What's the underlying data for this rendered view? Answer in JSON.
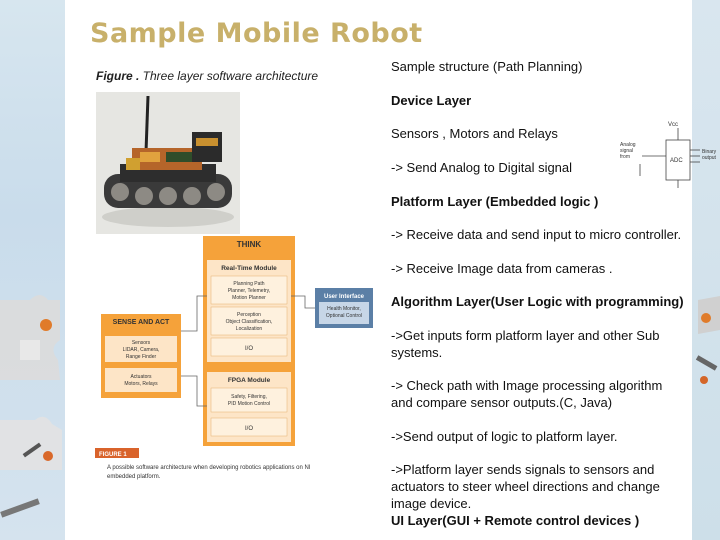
{
  "slide": {
    "title": "Sample Mobile Robot",
    "caption_label": "Figure .",
    "caption_text": " Three layer software architecture"
  },
  "arch": {
    "think": "THINK",
    "realtime": "Real-Time Module",
    "planning": "Planning Path\nPlanner, Telemetry,\nMotion Planner",
    "perception": "Perception\nObject Classification,\nLocalization",
    "io1": "I/O",
    "fpga": "FPGA Module",
    "safety": "Safety, Filtering,\nPID Motion Control",
    "io2": "I/O",
    "sense": "SENSE AND ACT",
    "sensors": "Sensors\nLIDAR, Camera,\nRange Finder",
    "actuators": "Actuators\nMotors, Relays",
    "ui": "User Interface",
    "health": "Health Monitor,\nOptional Control",
    "figlabel": "FIGURE 1",
    "figtext1": "A possible software architecture when developing robotics applications on NI",
    "figtext2": "embedded platform."
  },
  "circuit": {
    "vcc": "Vcc",
    "analog": "Analog\nsignal\nfrom",
    "adc": "ADC",
    "binary": "Binary\noutput"
  },
  "lines": [
    "Sample  structure  (Path Planning)",
    "Device Layer",
    "Sensors , Motors and Relays",
    " ->  Send Analog to Digital signal",
    "Platform  Layer (Embedded logic )",
    "->  Receive data and send input to micro controller.",
    "->  Receive Image data from cameras .",
    "Algorithm Layer(User Logic  with programming)",
    "->Get  inputs form platform layer and other Sub",
    "     systems.",
    "-> Check  path with Image processing algorithm",
    "      and compare  sensor outputs.(C, Java)",
    "->Send output of logic to platform layer.",
    "->Platform layer sends signals to sensors and",
    "     actuators  to steer wheel directions and  change",
    "     image  device.",
    "UI  Layer(GUI  + Remote control devices )"
  ]
}
